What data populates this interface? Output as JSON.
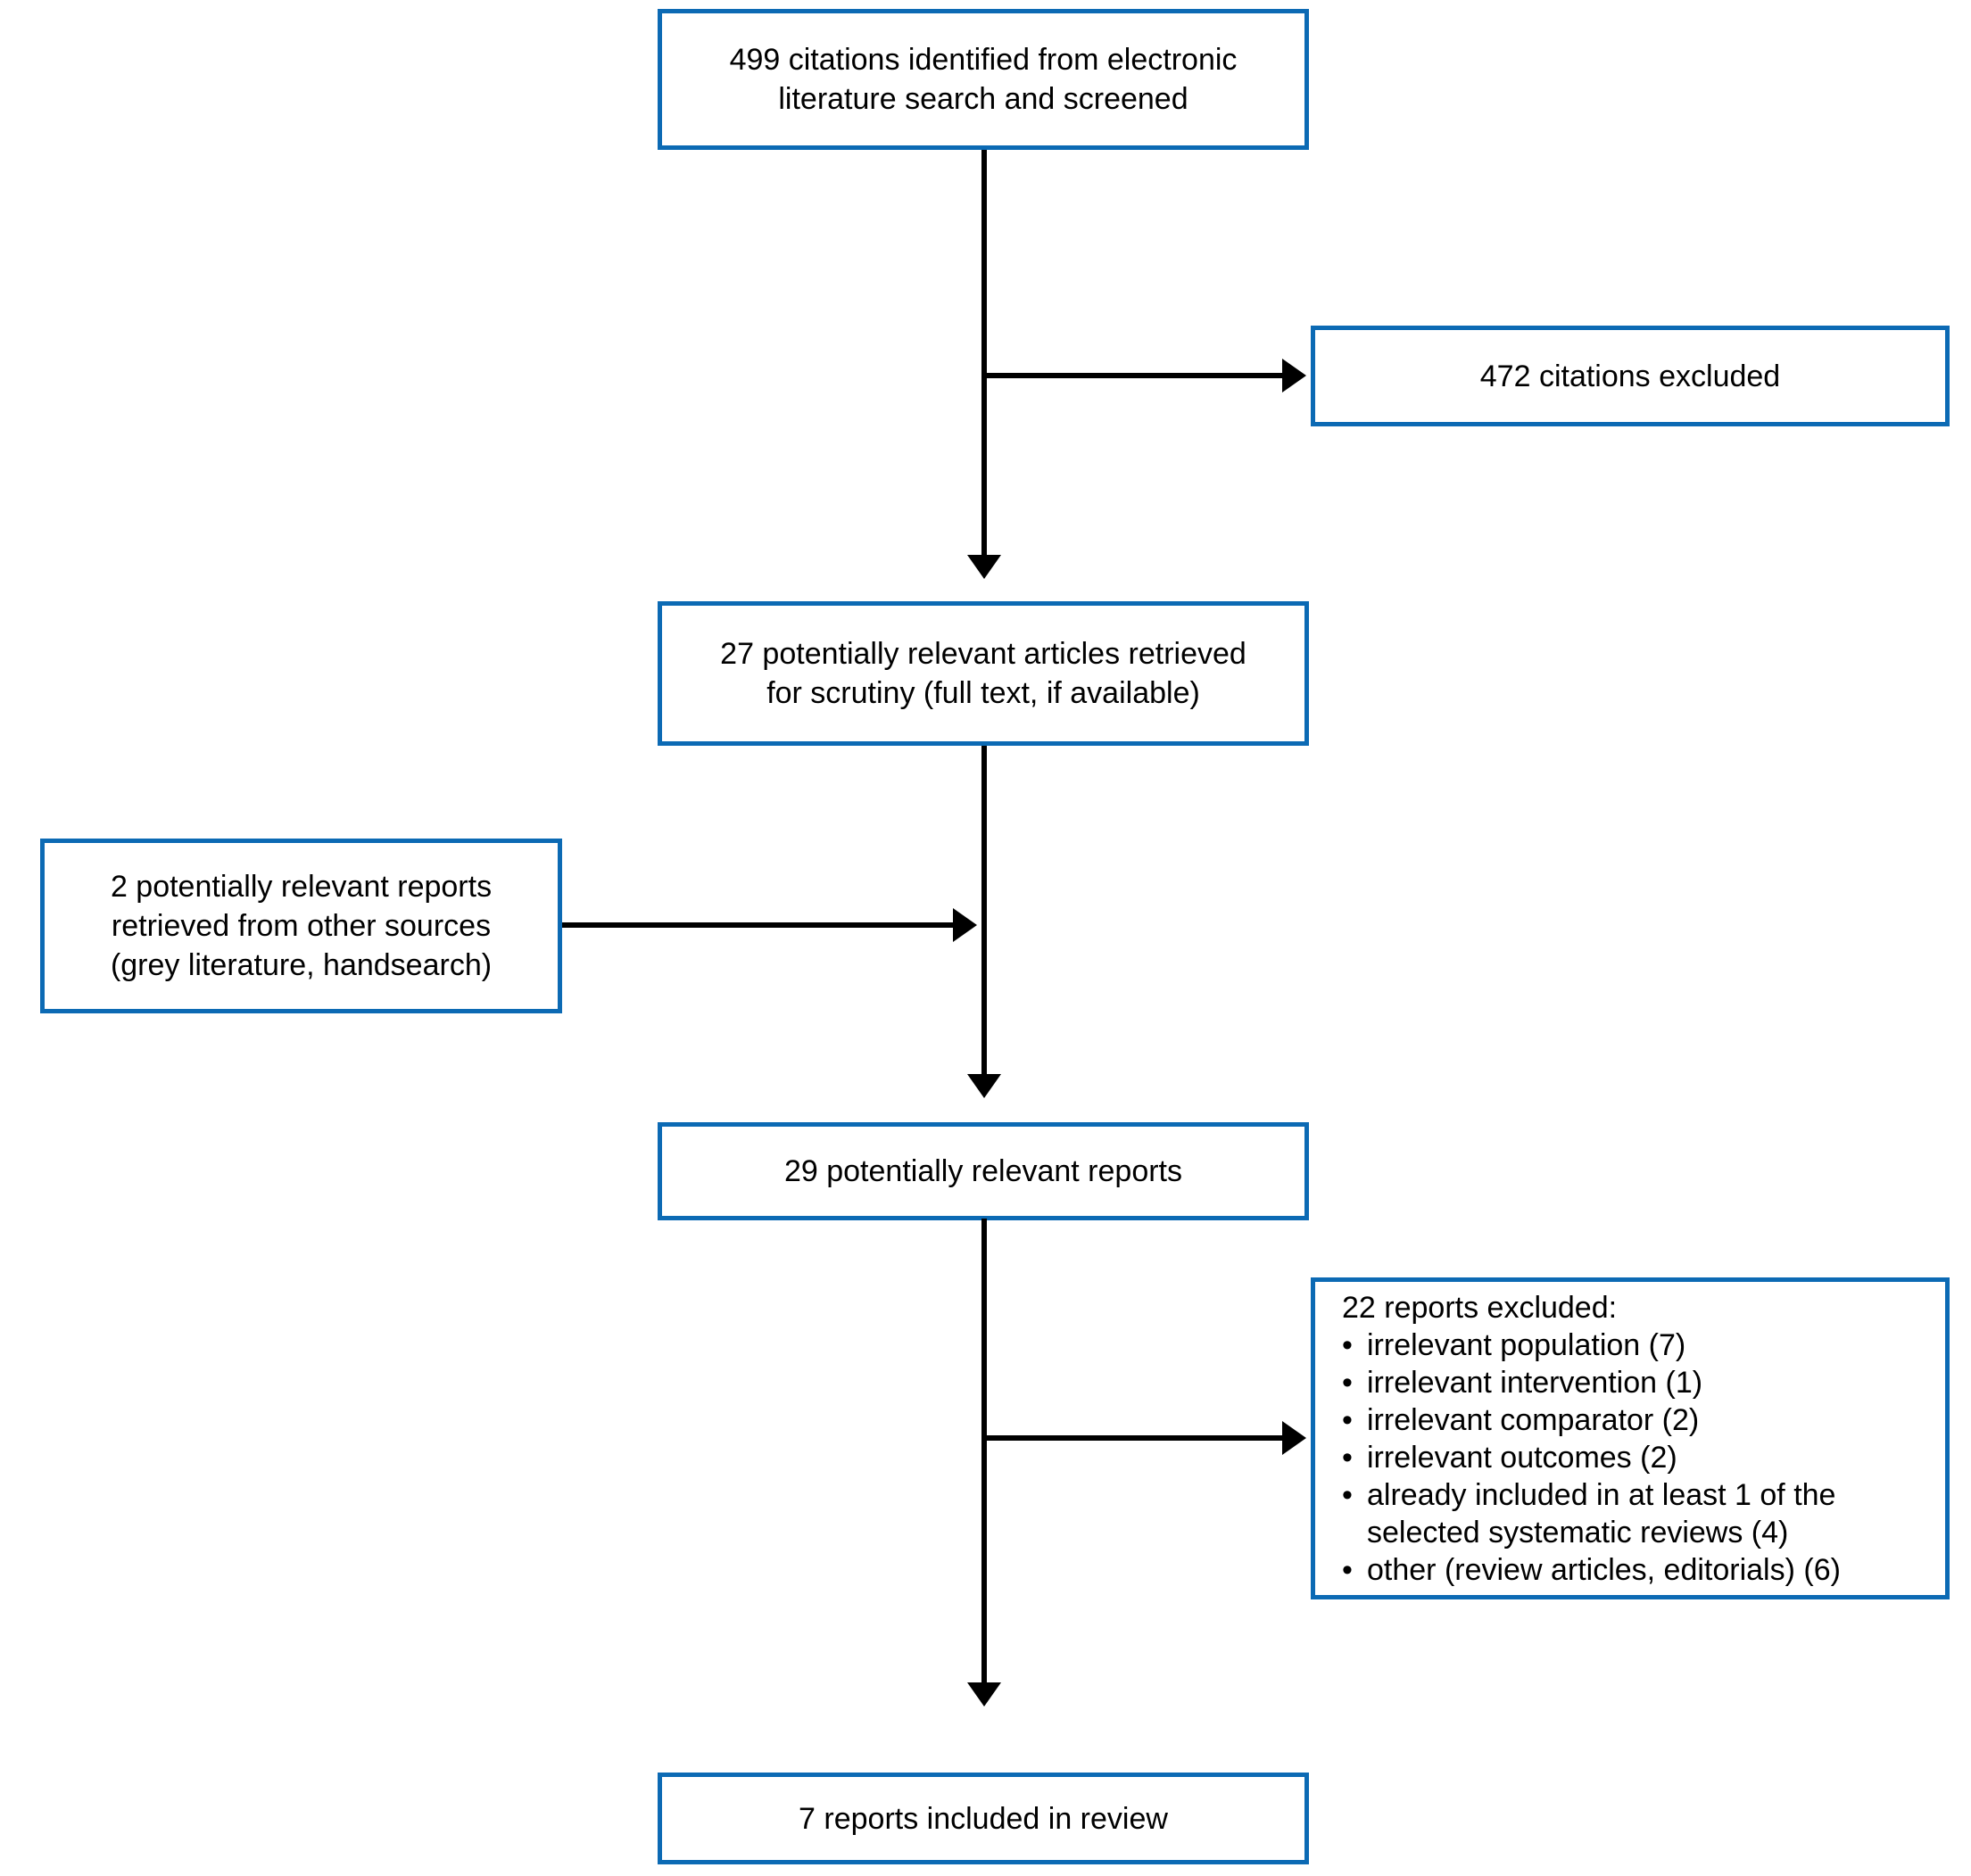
{
  "flow": {
    "colors": {
      "box_border": "#0c6ab4",
      "arrow": "#000000",
      "background": "#ffffff",
      "text": "#000000"
    },
    "bullet_glyph": "•",
    "nodes": {
      "screened": {
        "lines": [
          "499 citations identified from electronic",
          "literature search and screened"
        ]
      },
      "citations_excluded": {
        "text": "472 citations excluded"
      },
      "retrieved": {
        "lines": [
          "27 potentially relevant articles retrieved",
          "for scrutiny (full text, if available)"
        ]
      },
      "other_sources": {
        "lines": [
          "2 potentially relevant reports",
          "retrieved from other sources",
          "(grey literature, handsearch)"
        ]
      },
      "relevant_reports": {
        "text": "29 potentially relevant reports"
      },
      "reports_excluded": {
        "title": "22 reports excluded:",
        "items": [
          "irrelevant population (7)",
          "irrelevant intervention (1)",
          "irrelevant comparator (2)",
          "irrelevant outcomes (2)",
          "already included in at least 1 of the selected systematic reviews (4)",
          "other (review articles, editorials) (6)"
        ]
      },
      "included": {
        "text": "7 reports included in review"
      }
    }
  }
}
